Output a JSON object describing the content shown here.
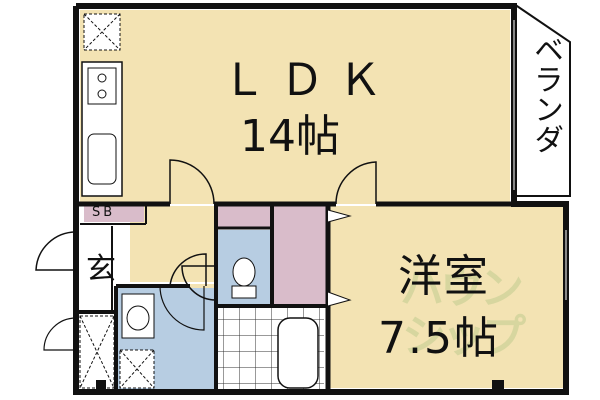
{
  "rooms": {
    "ldk_title": "ＬＤＫ",
    "ldk_size": "14帖",
    "yoshitsu_title": "洋室",
    "yoshitsu_size": "7.5帖",
    "genkan": "玄",
    "sb": "SB",
    "veranda": "ベランダ"
  },
  "watermark": {
    "line1": "ハウン",
    "line2": "シップ"
  },
  "colors": {
    "room_fill": "#f3e3b3",
    "storage_fill": "#d9bcca",
    "wet_fill": "#b7cde2",
    "wall": "#111111"
  }
}
